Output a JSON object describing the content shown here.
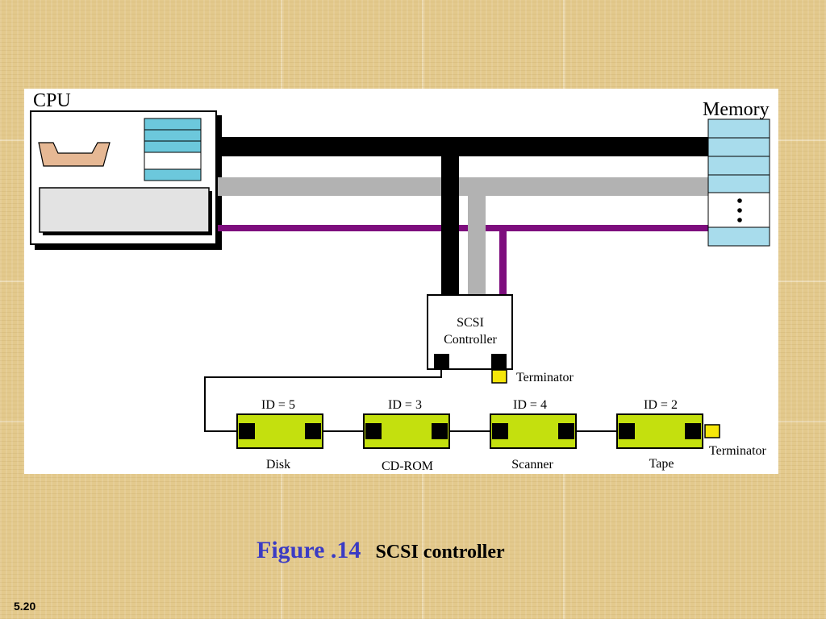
{
  "diagram": {
    "cpu_label": "CPU",
    "memory_label": "Memory",
    "controller_label_line1": "SCSI",
    "controller_label_line2": "Controller",
    "terminator_label": "Terminator",
    "devices": [
      {
        "id_label": "ID = 5",
        "name": "Disk"
      },
      {
        "id_label": "ID = 3",
        "name": "CD-ROM"
      },
      {
        "id_label": "ID = 4",
        "name": "Scanner"
      },
      {
        "id_label": "ID = 2",
        "name": "Tape"
      }
    ],
    "colors": {
      "address_bus": "#000000",
      "data_bus": "#b2b2b2",
      "control_bus": "#7d0d7d",
      "device_fill": "#c4e00e",
      "terminator_fill": "#f5e60a",
      "memory_cell": "#a8dcec",
      "cpu_register": "#6cc8dc",
      "cpu_alu": "#e6b894",
      "cpu_control_unit": "#e3e3e3"
    }
  },
  "caption": {
    "number": "Figure .14",
    "title": "SCSI controller"
  },
  "slide_number": "5.20"
}
